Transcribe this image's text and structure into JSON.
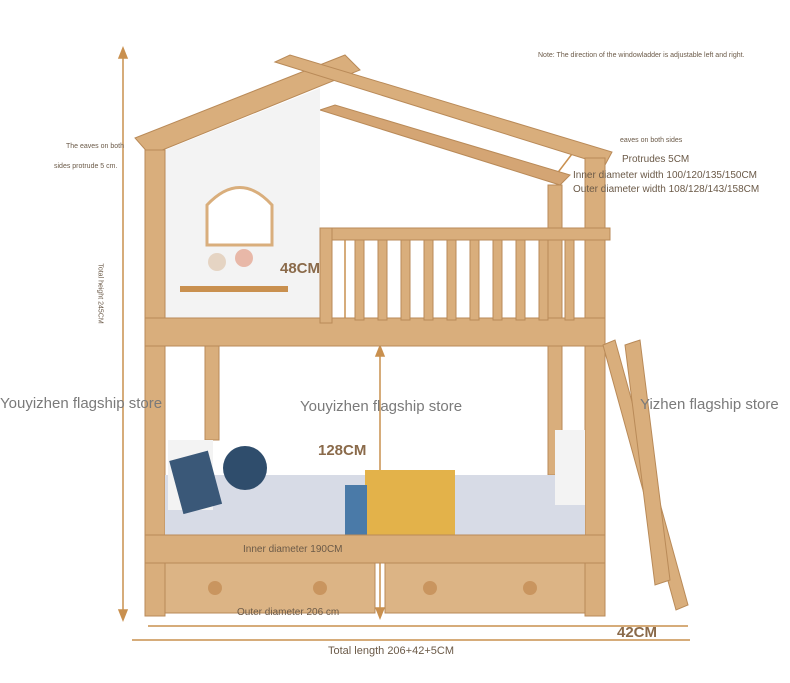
{
  "note": "Note: The direction of the windowladder is adjustable left and right.",
  "eaves_left": {
    "line1": "The eaves on both",
    "line2": "sides protrude 5 cm."
  },
  "eaves_right": {
    "line1": "eaves on both sides",
    "line2": "Protrudes 5CM"
  },
  "inner_width": "Inner diameter width 100/120/135/150CM",
  "outer_width": "Outer diameter width 108/128/143/158CM",
  "total_height": "Total height 245CM",
  "rail_height": "48CM",
  "lower_height": "128CM",
  "inner_length": "Inner diameter 190CM",
  "outer_length": "Outer diameter 206 cm",
  "ladder_depth": "42CM",
  "total_length": "Total length 206+42+5CM",
  "watermarks": [
    "Youyizhen flagship store",
    "Youyizhen flagship store",
    "Yizhen flagship store"
  ],
  "colors": {
    "wood": "#d9ae7c",
    "wood_dark": "#b98a58",
    "wall": "#f3f3f3",
    "mattress": "#d7dbe6",
    "dimension": "#c9904f"
  }
}
